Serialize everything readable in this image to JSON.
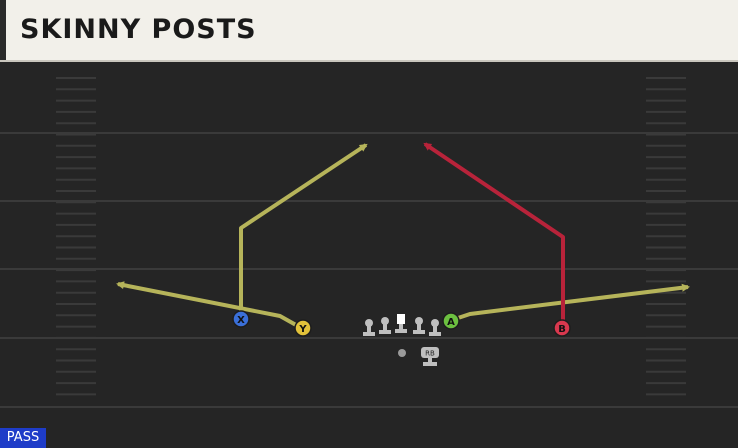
{
  "play": {
    "title": "SKINNY POSTS",
    "formation_type": "PASS"
  },
  "colors": {
    "header_bg": "#f2f0ea",
    "field_bg": "#252525",
    "route_gold": "#b6b45a",
    "route_red": "#b8233a",
    "player_x": "#3a6fd8",
    "player_y": "#e2c23a",
    "player_a": "#6cc040",
    "player_b": "#d8384e",
    "badge_bg": "#1e3cc8"
  },
  "players": [
    {
      "id": "X",
      "label": "X",
      "color": "#3a6fd8"
    },
    {
      "id": "Y",
      "label": "Y",
      "color": "#e2c23a"
    },
    {
      "id": "A",
      "label": "A",
      "color": "#6cc040"
    },
    {
      "id": "B",
      "label": "B",
      "color": "#d8384e"
    }
  ],
  "backfield": {
    "rb_label": "RB"
  }
}
